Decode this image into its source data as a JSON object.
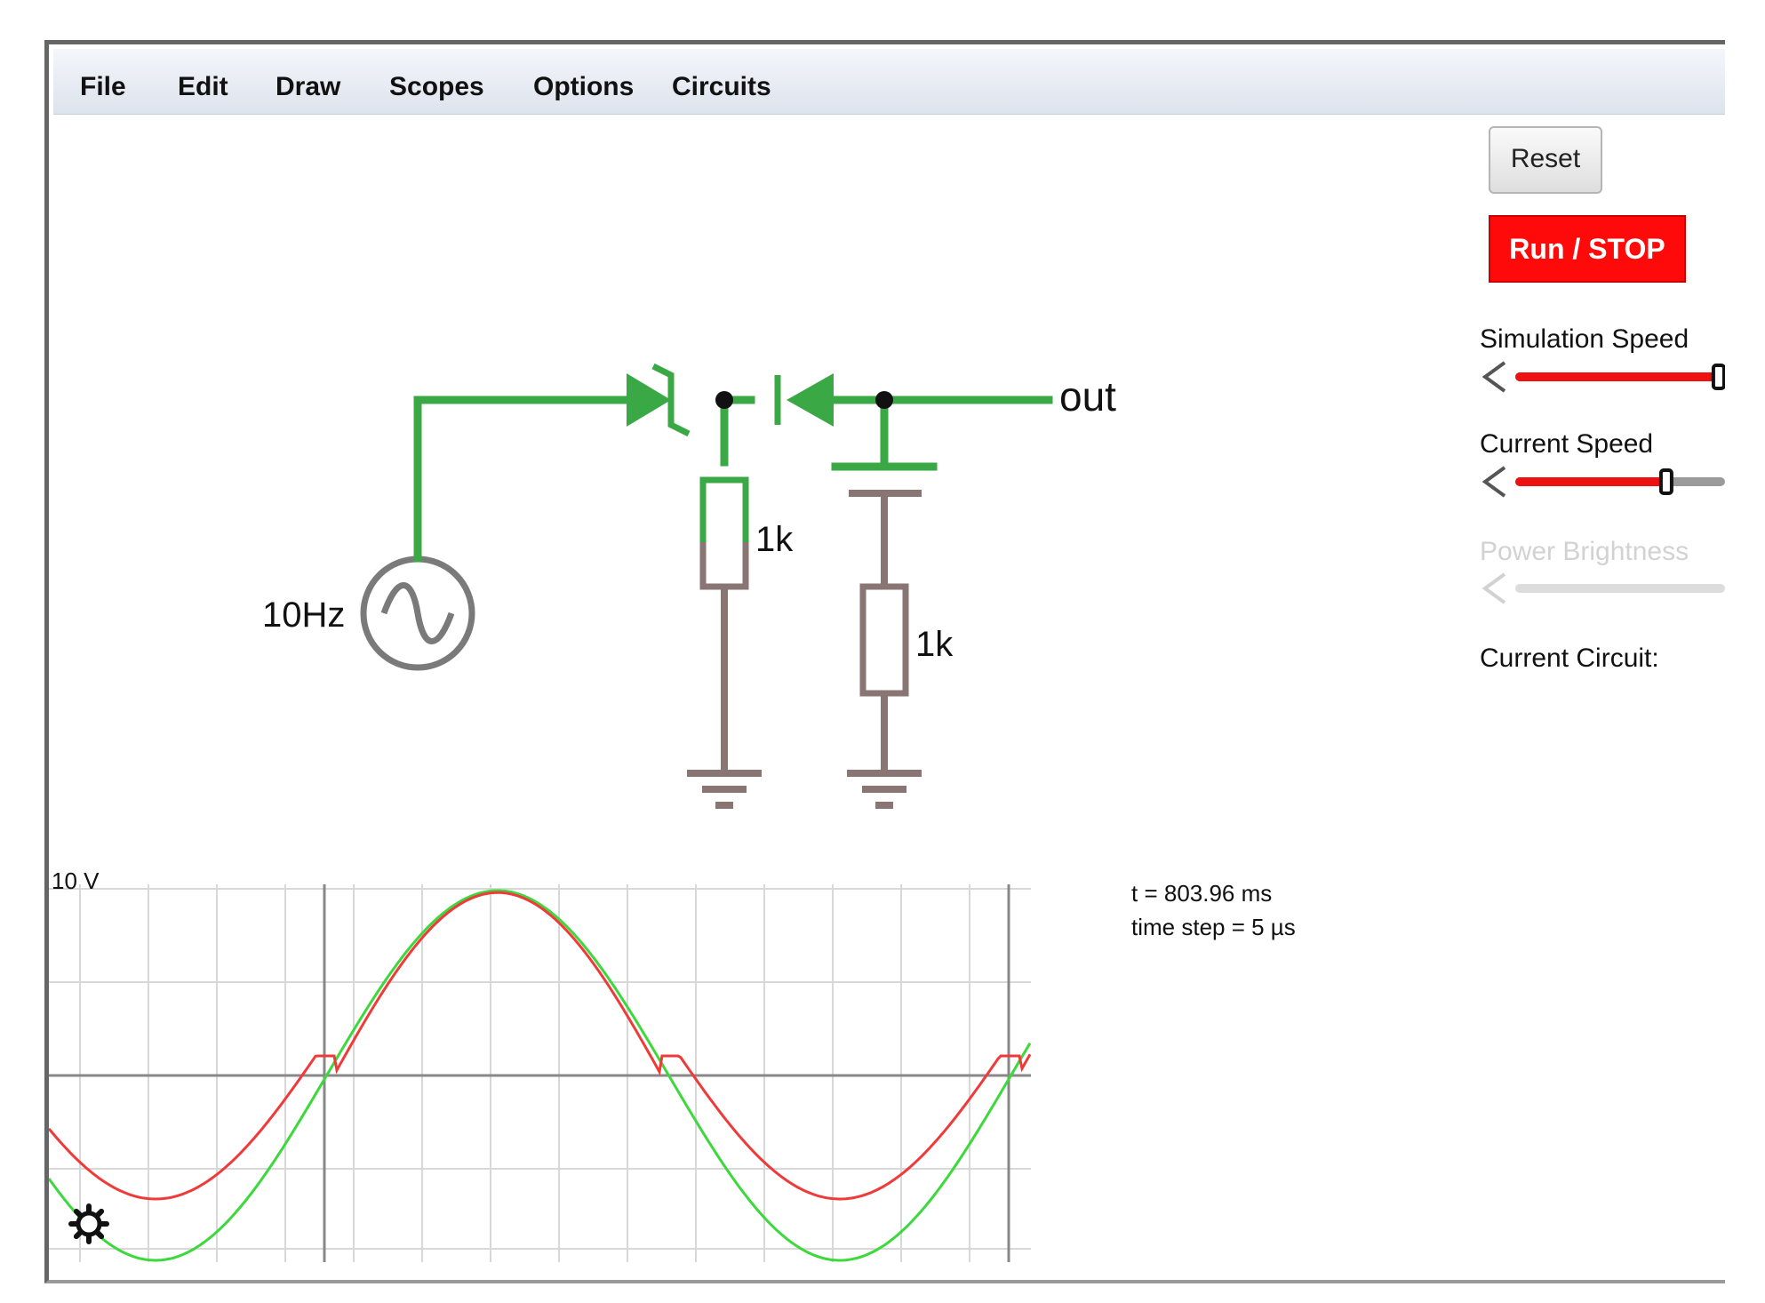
{
  "menu": [
    "File",
    "Edit",
    "Draw",
    "Scopes",
    "Options",
    "Circuits"
  ],
  "buttons": {
    "reset": "Reset",
    "run_stop": "Run / STOP"
  },
  "controls": {
    "simulation_speed": {
      "label": "Simulation Speed",
      "value": 0.97
    },
    "current_speed": {
      "label": "Current Speed",
      "value": 0.72
    },
    "power_brightness": {
      "label": "Power Brightness",
      "enabled": false
    }
  },
  "current_circuit_label": "Current Circuit:",
  "circuit": {
    "source_label": "10Hz",
    "resistor1_label": "1k",
    "resistor2_label": "1k",
    "output_label": "out"
  },
  "scope": {
    "scale_label": "10 V",
    "time_text": "t = 803.96 ms",
    "timestep_text": "time step = 5 µs"
  },
  "colors": {
    "wire_active": "#3aa845",
    "wire_ground": "#8a7575",
    "trace_input": "#3cd83c",
    "trace_output": "#f03a3a",
    "run_button": "#ff0a0a",
    "slider_fill": "#ee1111"
  }
}
